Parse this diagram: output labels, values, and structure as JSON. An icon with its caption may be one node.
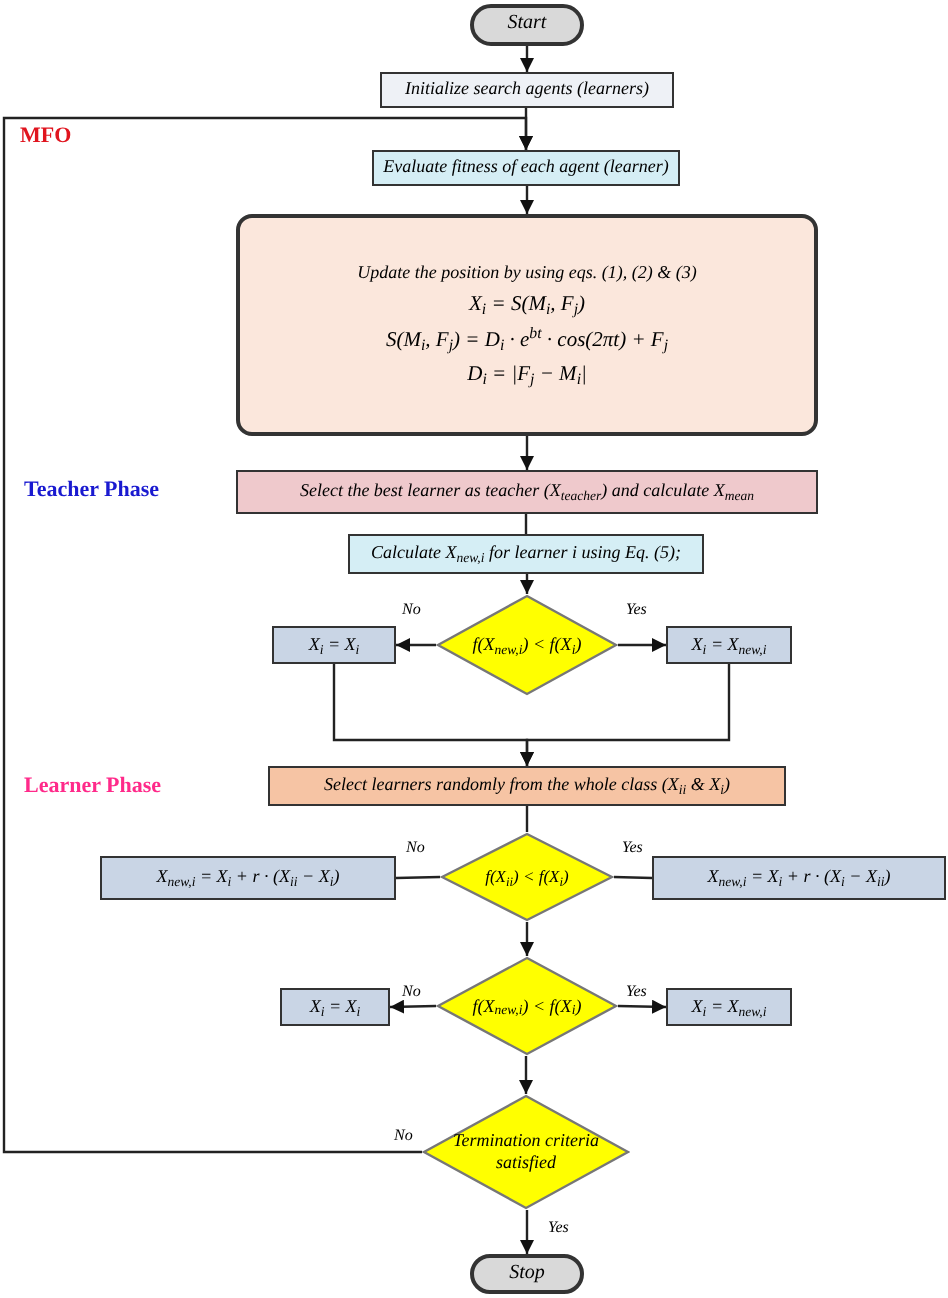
{
  "diagram": {
    "nodes": [
      {
        "text": [
          "Start"
        ]
      },
      {
        "text": [
          "Initialize search agents (learners)"
        ]
      },
      {
        "text": [
          "Evaluate fitness of each agent (learner)"
        ]
      },
      {
        "text": [
          "Update the position by using eqs. (1), (2) & (3)",
          "X$_{i}$ = S(M$_{i}$, F$_{j}$)",
          "S(M$_{i}$, F$_{j}$) = D$_{i}$ · e$^{bt}$ · cos(2πt) + F$_{j}$",
          "D$_{i}$ = |F$_{j}$ − M$_{i}$|"
        ]
      },
      {
        "text": [
          "Select the best learner as teacher (X$_{teacher}$) and calculate X$_{mean}$"
        ]
      },
      {
        "text": [
          "Calculate X$_{new,i}$ for learner i using Eq. (5);"
        ]
      },
      {
        "text": [
          "f(X$_{new,i}$) < f(X$_{i}$)"
        ]
      },
      {
        "text": [
          "X$_{i}$ = X$_{i}$"
        ]
      },
      {
        "text": [
          "X$_{i}$ = X$_{new,i}$"
        ]
      },
      {
        "text": [
          "Select learners randomly from the whole class (X$_{ii}$ & X$_{i}$)"
        ]
      },
      {
        "text": [
          "f(X$_{ii}$) < f(X$_{i}$)"
        ]
      },
      {
        "text": [
          "X$_{new,i}$ = X$_{i}$ + r · (X$_{ii}$ − X$_{i}$)"
        ]
      },
      {
        "text": [
          "X$_{new,i}$ = X$_{i}$ + r · (X$_{i}$ − X$_{ii}$)"
        ]
      },
      {
        "text": [
          "f(X$_{new,i}$) < f(X$_{i}$)"
        ]
      },
      {
        "text": [
          "X$_{i}$ = X$_{i}$"
        ]
      },
      {
        "text": [
          "X$_{i}$ = X$_{new,i}$"
        ]
      },
      {
        "text": [
          "Termination criteria satisfied"
        ]
      },
      {
        "text": [
          "Stop"
        ]
      }
    ],
    "edges": [
      {
        "from": 0,
        "to": 1,
        "arrow": "to"
      },
      {
        "from": 1,
        "to": 2,
        "arrow": "to"
      },
      {
        "from": 2,
        "to": 3,
        "arrow": "to"
      },
      {
        "from": 3,
        "to": 4,
        "arrow": "to"
      },
      {
        "from": 4,
        "to": 5,
        "arrow": "none"
      },
      {
        "from": 5,
        "to": 6,
        "arrow": "to"
      },
      {
        "from": 6,
        "to": 7,
        "label": "No",
        "arrow": "to"
      },
      {
        "from": 6,
        "to": 8,
        "label": "Yes",
        "arrow": "to"
      },
      {
        "from": 7,
        "to": 9,
        "arrow": "to"
      },
      {
        "from": 8,
        "to": 9,
        "arrow": "to"
      },
      {
        "from": 9,
        "to": 10,
        "arrow": "none"
      },
      {
        "from": 10,
        "to": 11,
        "label": "No",
        "arrow": "none"
      },
      {
        "from": 10,
        "to": 12,
        "label": "Yes",
        "arrow": "none"
      },
      {
        "from": 10,
        "to": 13,
        "arrow": "to"
      },
      {
        "from": 13,
        "to": 14,
        "label": "No",
        "arrow": "to"
      },
      {
        "from": 13,
        "to": 15,
        "label": "Yes",
        "arrow": "to"
      },
      {
        "from": 13,
        "to": 16,
        "arrow": "to"
      },
      {
        "from": 16,
        "to": 17,
        "label": "Yes",
        "arrow": "to"
      },
      {
        "from": 16,
        "to": 2,
        "label": "No",
        "arrow": "to"
      }
    ],
    "labels": [
      "MFO",
      "Teacher Phase",
      "Learner Phase"
    ]
  }
}
